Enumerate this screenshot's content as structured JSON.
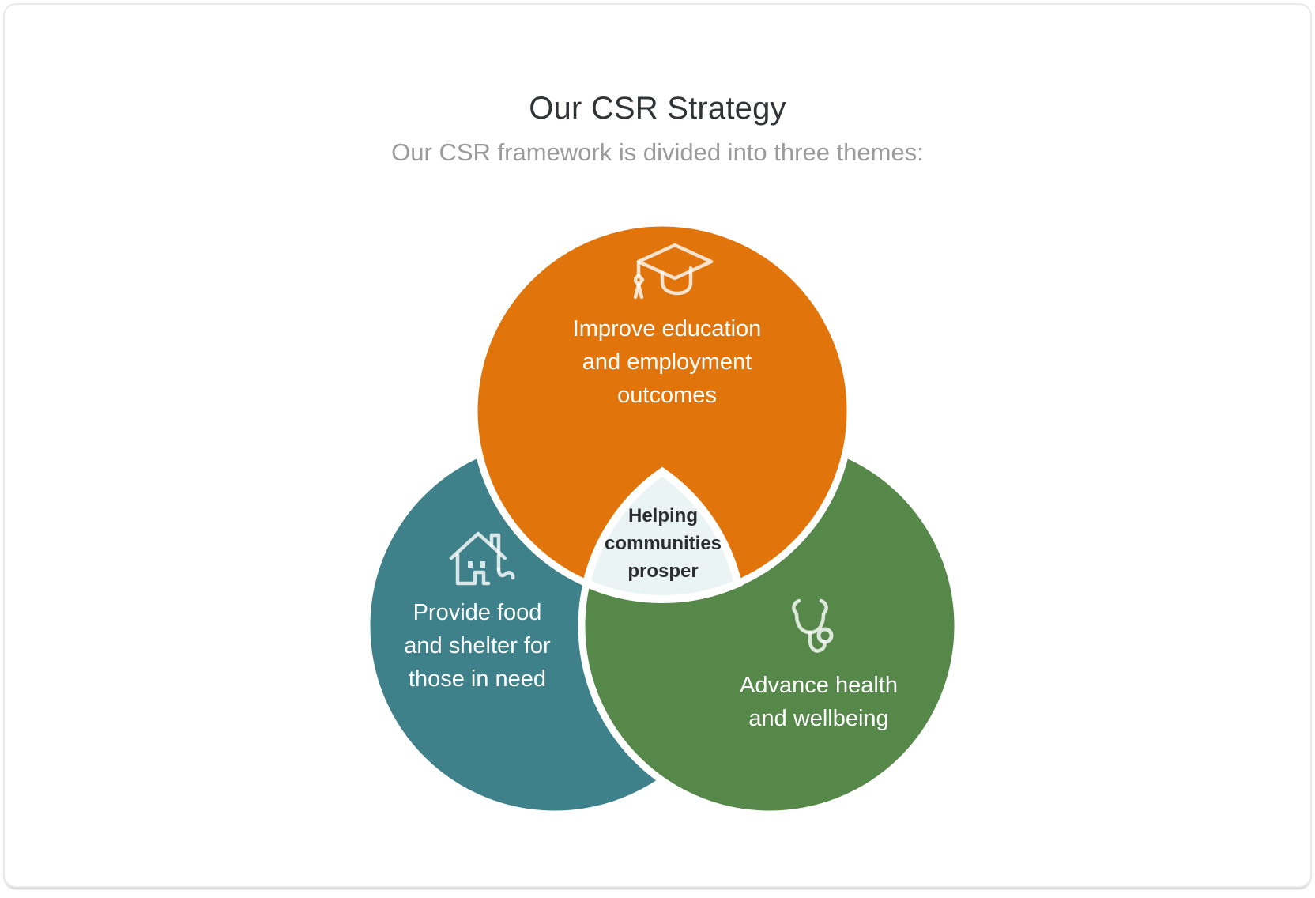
{
  "card": {
    "title": "Our CSR Strategy",
    "subtitle": "Our CSR framework is divided into three themes:"
  },
  "diagram": {
    "center": {
      "label": "Helping\ncommunities\nprosper",
      "fill": "#EAF4F4",
      "text_color": "#2B2D30"
    },
    "themes": [
      {
        "id": "education",
        "label": "Improve education\nand employment\noutcomes",
        "color": "#E1750B",
        "icon": "graduation-cap-icon"
      },
      {
        "id": "food-shelter",
        "label": "Provide food\nand shelter for\nthose in need",
        "color": "#3E818A",
        "icon": "house-icon"
      },
      {
        "id": "health",
        "label": "Advance health\nand wellbeing",
        "color": "#56884A",
        "icon": "stethoscope-icon"
      }
    ],
    "divider_color": "#FFFFFF",
    "label_text_color": "#FFFFFF"
  }
}
